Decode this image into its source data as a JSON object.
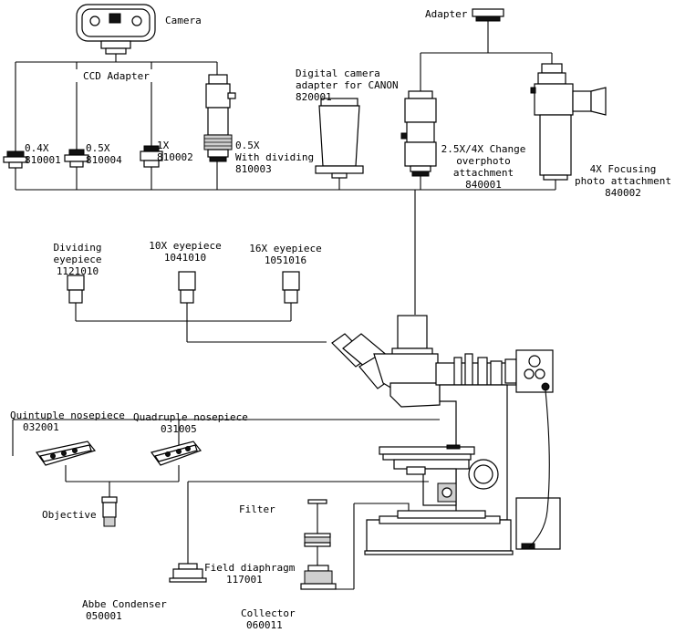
{
  "labels": {
    "camera": "Camera",
    "ccd_adapter": "CCD Adapter",
    "adapter_top": "Adapter",
    "adapter_04x": [
      "0.4X",
      "810001"
    ],
    "adapter_05x": [
      "0.5X",
      "810004"
    ],
    "adapter_1x": [
      "1X",
      "810002"
    ],
    "adapter_05x_div": [
      "0.5X",
      "With dividing",
      "810003"
    ],
    "canon_adapter": [
      "Digital camera",
      "adapter for CANON",
      "820001"
    ],
    "change_photo": [
      "2.5X/4X Change",
      "overphoto",
      "attachment",
      "840001"
    ],
    "focusing_photo": [
      "4X Focusing",
      "photo attachment",
      "840002"
    ],
    "dividing_eyepiece": [
      "Dividing",
      "eyepiece",
      "1121010"
    ],
    "eyepiece_10x": [
      "10X eyepiece",
      "1041010"
    ],
    "eyepiece_16x": [
      "16X eyepiece",
      "1051016"
    ],
    "quintuple": [
      "Quintuple nosepiece",
      "032001"
    ],
    "quadruple": [
      "Quadruple nosepiece",
      "031005"
    ],
    "objective": "Objective",
    "filter": "Filter",
    "field_diaphragm": [
      "Field diaphragm",
      "117001"
    ],
    "abbe": [
      "Abbe Condenser",
      "050001"
    ],
    "collector": [
      "Collector",
      "060011"
    ]
  }
}
